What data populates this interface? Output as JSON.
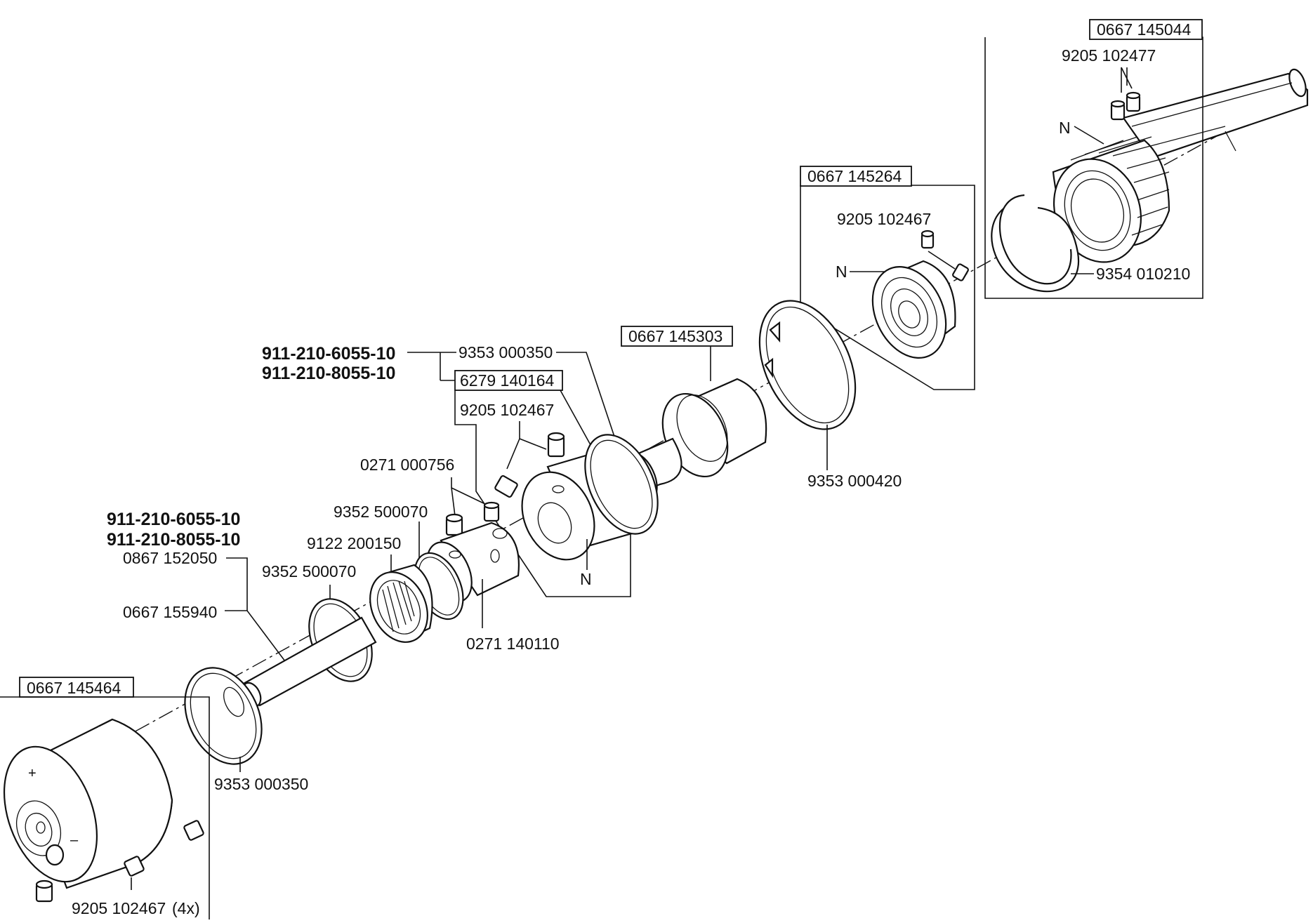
{
  "labels": {
    "kit_top": "0667 145044",
    "screw_top": "9205 102477",
    "n_top": "N",
    "ring_top": "9354 010210",
    "kit_mid": "0667 145264",
    "screw_mid": "9205 102467",
    "n_mid": "N",
    "kit_sleeve": "0667 145303",
    "ring_9353_420": "9353 000420",
    "ring_9353_350a": "9353 000350",
    "bold_a1": "911-210-6055-10",
    "bold_a2": "911-210-8055-10",
    "kit_6279": "6279 140164",
    "screw_6279": "9205 102467",
    "n_6279": "N",
    "pin_0271_756": "0271 000756",
    "ring_9352_a": "9352 500070",
    "bearing_9122": "9122 200150",
    "ring_9352_b": "9352 500070",
    "bushing_0271": "0271 140110",
    "bold_b1": "911-210-6055-10",
    "bold_b2": "911-210-8055-10",
    "part_0867": "0867 152050",
    "shaft_0667": "0667 155940",
    "kit_bottom": "0667 145464",
    "ring_9353_350b": "9353 000350",
    "screw_bottom": "9205 102467",
    "qty_4x": "(4x)"
  },
  "symbols": {
    "plus": "+",
    "minus": "–"
  }
}
